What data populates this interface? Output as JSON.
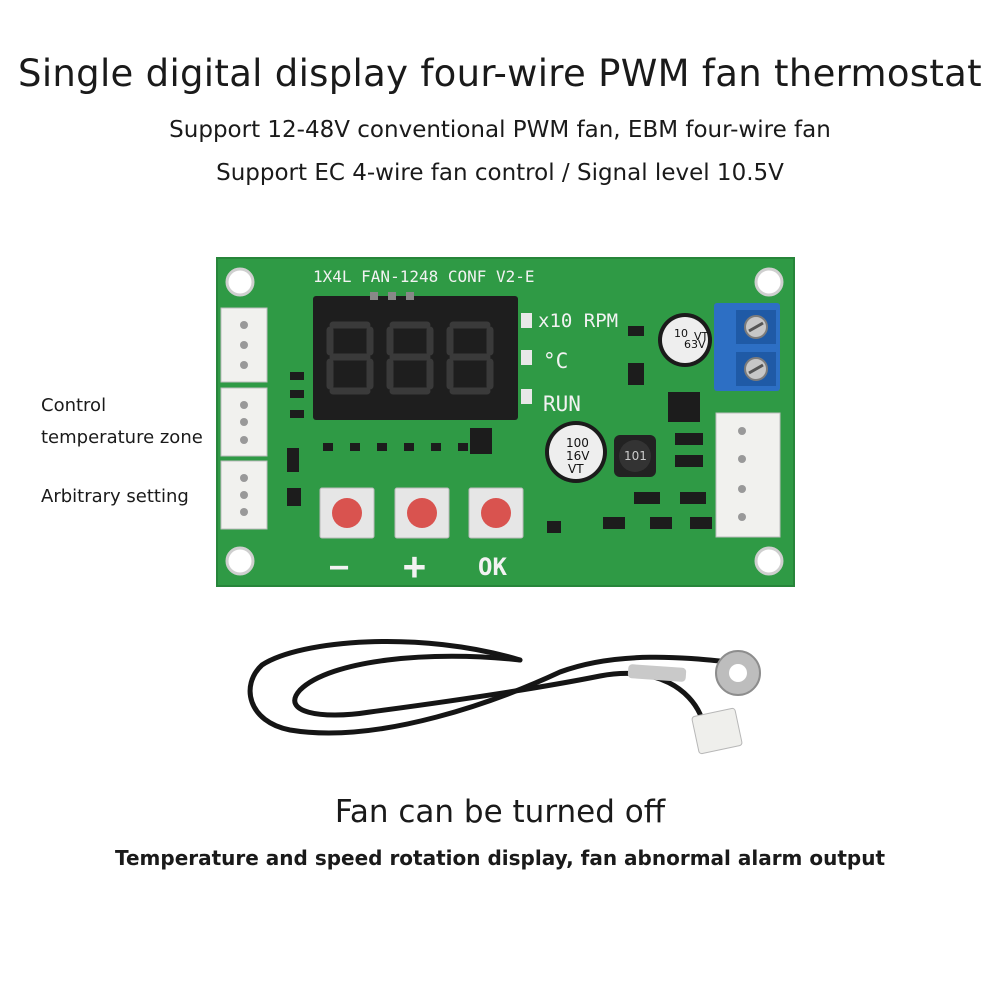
{
  "header": {
    "title": "Single digital display four-wire PWM fan thermostat",
    "subtitle_line1": "Support 12-48V conventional PWM fan, EBM four-wire fan",
    "subtitle_line2": "Support EC 4-wire fan control / Signal level 10.5V"
  },
  "side_labels": {
    "control_line1": "Control",
    "control_line2": "temperature zone",
    "arbitrary": "Arbitrary setting"
  },
  "board": {
    "silkscreen": "1X4L FAN-1248 CONF V2-E",
    "indicator_rpm": "x10 RPM",
    "indicator_temp": "°C",
    "indicator_run": "RUN",
    "button_minus": "—",
    "button_plus": "+",
    "button_ok": "OK",
    "cap_large": [
      "100",
      "16V",
      "VT"
    ],
    "cap_small": [
      "10",
      "63V",
      "VT"
    ],
    "inductor": "101",
    "colors": {
      "pcb": "#2f9a45",
      "display": "#1e1e1e",
      "button": "#d9534f",
      "terminal": "#2d6fc4"
    }
  },
  "footer": {
    "caption_main": "Fan can be turned off",
    "caption_detail": "Temperature and speed rotation display, fan abnormal alarm output"
  }
}
